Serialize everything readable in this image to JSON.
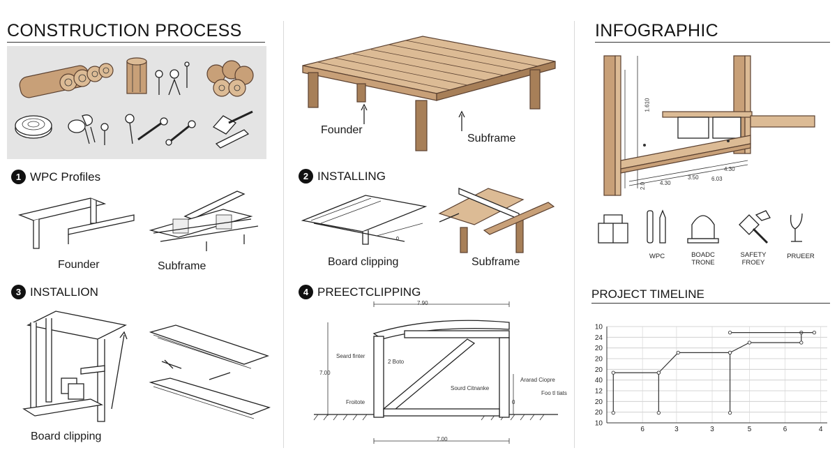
{
  "header": {
    "title": "CONSTRUCTION PROCESS",
    "right_title": "INFOGRAPHIC"
  },
  "steps": [
    {
      "num": "1",
      "title": "WPC Profiles",
      "labels": [
        "Founder",
        "Subframe"
      ]
    },
    {
      "num": "2",
      "title": "INSTALLING",
      "labels": [
        "Board clipping",
        "Subframe"
      ]
    },
    {
      "num": "3",
      "title": "INSTALLION",
      "labels": [
        "Board clipping"
      ]
    },
    {
      "num": "4",
      "title": "PREECTCLIPPING",
      "labels": [
        "Seard finter",
        "2 Boto",
        "Sourd Citnanke",
        "Ararad Ciopre",
        "Foo tl tiats",
        "Froitote"
      ],
      "dims": [
        "7.90",
        "7.00",
        "7.00",
        "0"
      ]
    }
  ],
  "deck": {
    "labels": [
      "Founder",
      "Subframe"
    ]
  },
  "infographic": {
    "dims": [
      "1.610",
      "2.0",
      "4.30",
      "3.50",
      "4.30",
      "6.03"
    ]
  },
  "icons": [
    {
      "name": "wpc",
      "label": "WPC"
    },
    {
      "name": "board-trone",
      "label": "BOADC\nTRONE"
    },
    {
      "name": "safety",
      "label": "SAFETY\nFROEY"
    },
    {
      "name": "prueer",
      "label": "PRUEER"
    }
  ],
  "timeline": {
    "title": "PROJECT TIMELINE",
    "y_ticks": [
      "10",
      "24",
      "20",
      "20",
      "20",
      "40",
      "12",
      "20",
      "20",
      "10"
    ],
    "x_ticks": [
      "6",
      "3",
      "3",
      "5",
      "6",
      "4"
    ]
  },
  "chart_data": {
    "type": "line",
    "title": "PROJECT TIMELINE",
    "y_tick_labels": [
      "10",
      "24",
      "20",
      "20",
      "20",
      "40",
      "12",
      "20",
      "20",
      "10"
    ],
    "x_tick_labels": [
      "6",
      "3",
      "3",
      "5",
      "6",
      "4"
    ],
    "series": [
      {
        "points": [
          [
            0.2,
            1
          ],
          [
            0.2,
            5
          ],
          [
            1.6,
            5
          ],
          [
            1.6,
            1
          ]
        ]
      },
      {
        "points": [
          [
            1.6,
            5
          ],
          [
            2.2,
            7
          ],
          [
            3.8,
            7
          ],
          [
            3.8,
            1
          ]
        ]
      },
      {
        "points": [
          [
            3.8,
            7
          ],
          [
            4.4,
            8
          ],
          [
            6.0,
            8
          ],
          [
            6.0,
            9
          ]
        ]
      },
      {
        "points": [
          [
            3.8,
            9
          ],
          [
            6.4,
            9
          ]
        ]
      }
    ],
    "grid": true
  },
  "colors": {
    "wood": "#c8a078",
    "wood_dark": "#a77f58",
    "panel": "#e4e4e4",
    "divider": "#d9d9d9"
  }
}
